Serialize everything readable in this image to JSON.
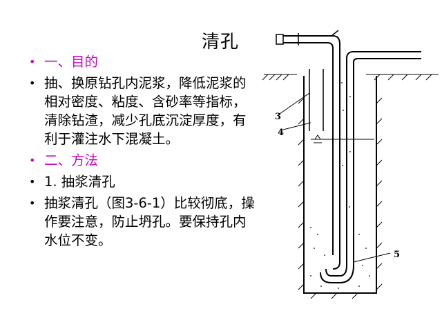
{
  "slide": {
    "title": "清孔",
    "bullets": [
      {
        "text": "一、目的",
        "color": "#cc00cc"
      },
      {
        "text": "抽、换原钻孔内泥浆，降低泥浆的相对密度、粘度、含砂率等指标，清除钻渣，减少孔底沉淀厚度，有利于灌注水下混凝土。",
        "color": "#000000"
      },
      {
        "text": "二、方法",
        "color": "#cc00cc"
      },
      {
        "text": "1. 抽浆清孔",
        "color": "#000000"
      },
      {
        "text": "抽浆清孔（图3-6-1）比较彻底，操作要注意，防止坍孔。要保持孔内水位不变。",
        "color": "#000000"
      }
    ]
  },
  "figure": {
    "labels": {
      "l3": "3",
      "l4": "4",
      "l5": "5"
    }
  }
}
